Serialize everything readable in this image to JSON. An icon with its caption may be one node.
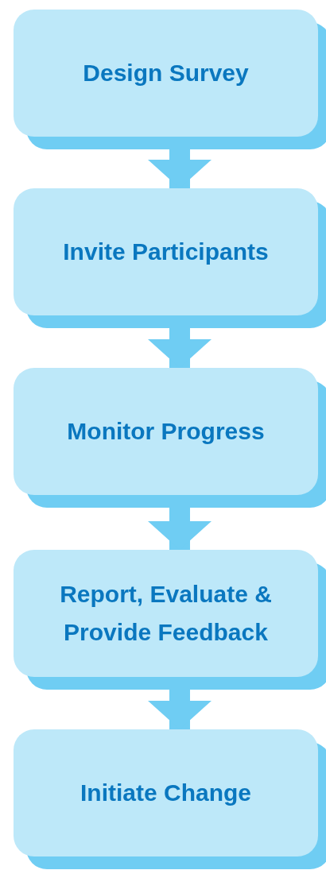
{
  "diagram": {
    "nodes": [
      {
        "text": [
          "Design Survey"
        ]
      },
      {
        "text": [
          "Invite Participants"
        ]
      },
      {
        "text": [
          "Monitor Progress"
        ]
      },
      {
        "text": [
          "Report, Evaluate & Provide Feedback"
        ]
      },
      {
        "text": [
          "Initiate Change"
        ]
      }
    ],
    "edges": [
      {
        "from": 0,
        "to": 1,
        "arrow": "to"
      },
      {
        "from": 1,
        "to": 2,
        "arrow": "to"
      },
      {
        "from": 2,
        "to": 3,
        "arrow": "to"
      },
      {
        "from": 3,
        "to": 4,
        "arrow": "to"
      }
    ]
  }
}
